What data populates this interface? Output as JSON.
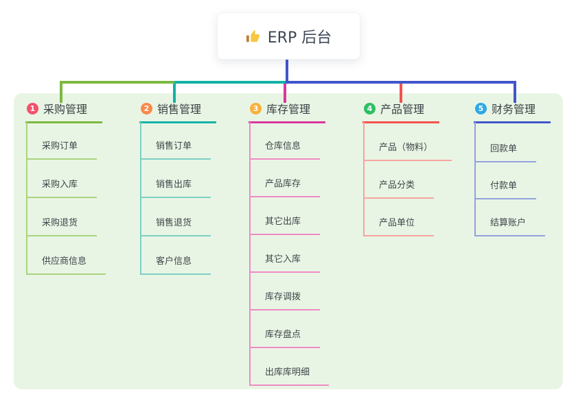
{
  "root": {
    "label": "ERP 后台",
    "icon": "thumbs-up"
  },
  "panel": {
    "background": "#e9f5e4"
  },
  "connector": {
    "root_color": "#4156cb"
  },
  "text_colors": {
    "root": "#3e4757",
    "branch_title": "#3a4045",
    "child": "#3f454b"
  },
  "branches": [
    {
      "number": "1",
      "title": "采购管理",
      "badge_color": "#f4516c",
      "line_color": "#7cb93f",
      "child_line_color": "#a9d37f",
      "children": [
        "采购订单",
        "采购入库",
        "采购退货",
        "供应商信息"
      ]
    },
    {
      "number": "2",
      "title": "销售管理",
      "badge_color": "#fb8a4c",
      "line_color": "#12b3a6",
      "child_line_color": "#7bd0c6",
      "children": [
        "销售订单",
        "销售出库",
        "销售退货",
        "客户信息"
      ]
    },
    {
      "number": "3",
      "title": "库存管理",
      "badge_color": "#f8b13e",
      "line_color": "#d9379f",
      "child_line_color": "#ee8ac4",
      "children": [
        "仓库信息",
        "产品库存",
        "其它出库",
        "其它入库",
        "库存调拨",
        "库存盘点",
        "出库库明细"
      ]
    },
    {
      "number": "4",
      "title": "产品管理",
      "badge_color": "#2fbf64",
      "line_color": "#f4514e",
      "child_line_color": "#f8a39f",
      "children": [
        "产品（物料）",
        "产品分类",
        "产品单位"
      ]
    },
    {
      "number": "5",
      "title": "财务管理",
      "badge_color": "#2fa8e5",
      "line_color": "#4156cb",
      "child_line_color": "#93a1de",
      "children": [
        "回款单",
        "付款单",
        "结算账户"
      ]
    }
  ]
}
